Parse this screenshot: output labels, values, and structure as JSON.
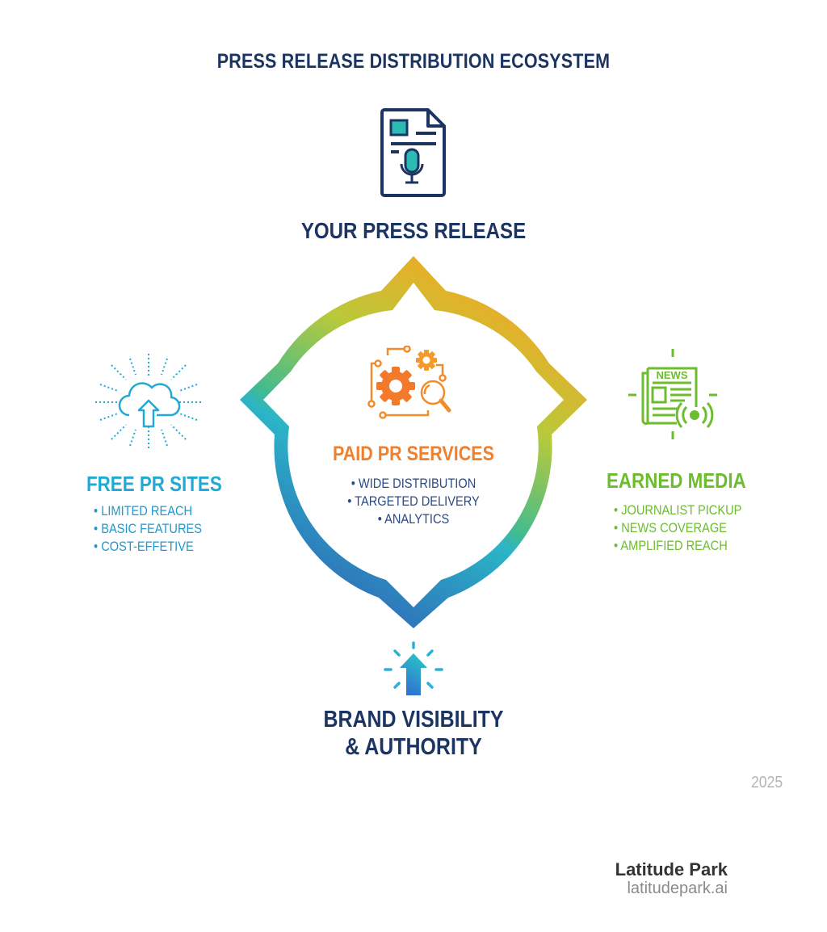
{
  "title": "PRESS RELEASE DISTRIBUTION ECOSYSTEM",
  "colors": {
    "navy": "#1c3461",
    "orange": "#f07f2e",
    "cyan": "#22a9d3",
    "green": "#6cbd2e",
    "blue": "#2a4a86",
    "ring_gradient": [
      "#f6a623",
      "#9fcd2d",
      "#2bb5c7",
      "#2f65b8"
    ]
  },
  "source": {
    "label": "YOUR PRESS RELEASE",
    "icon": "document-microphone-icon"
  },
  "center": {
    "title": "PAID PR SERVICES",
    "icon": "gears-magnifier-icon",
    "items": [
      "WIDE DISTRIBUTION",
      "TARGETED DELIVERY",
      "ANALYTICS"
    ]
  },
  "left": {
    "title": "FREE PR SITES",
    "icon": "cloud-upload-icon",
    "items": [
      "LIMITED REACH",
      "BASIC FEATURES",
      "COST-EFFETIVE"
    ]
  },
  "right": {
    "title": "EARNED MEDIA",
    "icon": "newspaper-broadcast-icon",
    "icon_text": "NEWS",
    "items": [
      "JOURNALIST PICKUP",
      "NEWS COVERAGE",
      "AMPLIFIED REACH"
    ]
  },
  "outcome": {
    "line1": "BRAND VISIBILITY",
    "line2": "& AUTHORITY",
    "icon": "arrow-up-glow-icon"
  },
  "footer": {
    "year": "2025",
    "brand": "Latitude Park",
    "url": "latitudepark.ai"
  }
}
